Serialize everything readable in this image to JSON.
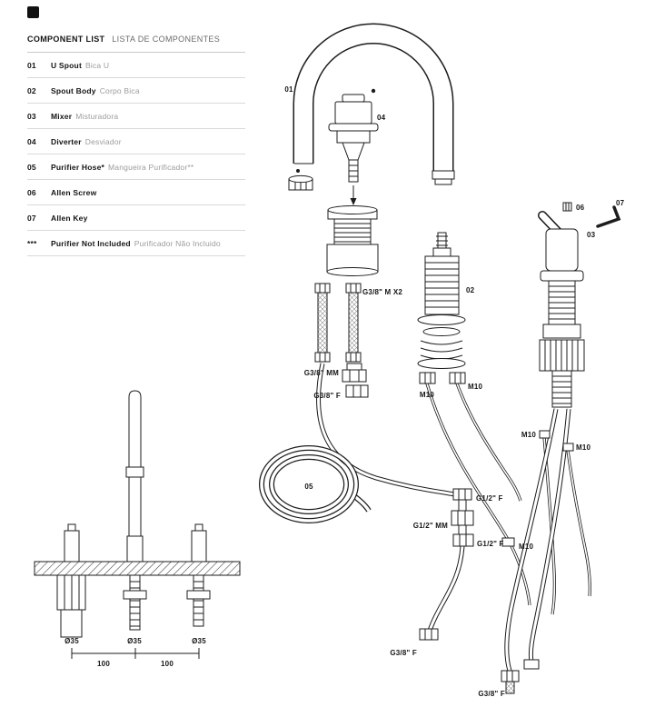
{
  "component_list": {
    "title_en": "COMPONENT LIST",
    "title_pt": "LISTA DE COMPONENTES",
    "items": [
      {
        "num": "01",
        "en": "U Spout",
        "pt": "Bica U"
      },
      {
        "num": "02",
        "en": "Spout Body",
        "pt": "Corpo Bica"
      },
      {
        "num": "03",
        "en": "Mixer",
        "pt": "Misturadora"
      },
      {
        "num": "04",
        "en": "Diverter",
        "pt": "Desviador"
      },
      {
        "num": "05",
        "en": "Purifier Hose*",
        "pt": "Mangueira Purificador**"
      },
      {
        "num": "06",
        "en": "Allen Screw",
        "pt": ""
      },
      {
        "num": "07",
        "en": "Allen Key",
        "pt": ""
      },
      {
        "num": "***",
        "en": "Purifier Not Included",
        "pt": "Purificador Não Incluido"
      }
    ]
  },
  "exploded_view": {
    "part_labels": {
      "p01": "01",
      "p02": "02",
      "p03": "03",
      "p04": "04",
      "p05": "05",
      "p06": "06",
      "p07": "07"
    },
    "thread_labels": {
      "g38_m_x2": "G3/8\" M X2",
      "g38_mm": "G3/8\" MM",
      "g38_f_top": "G3/8\" F",
      "m10_left": "M10",
      "m10_right": "M10",
      "g12_f_upper": "G1/2\" F",
      "g12_mm": "G1/2\" MM",
      "g12_f_lower": "G1/2\" F",
      "m10_stud_left": "M10",
      "m10_stud_right": "M10",
      "m10_nut_mid": "M10",
      "g38_f_bottom_left": "G3/8\" F",
      "g38_f_bottom_right": "G3/8\" F"
    }
  },
  "dimension_drawing": {
    "hole_left": "Ø35",
    "hole_center": "Ø35",
    "hole_right": "Ø35",
    "span_left": "100",
    "span_right": "100"
  }
}
